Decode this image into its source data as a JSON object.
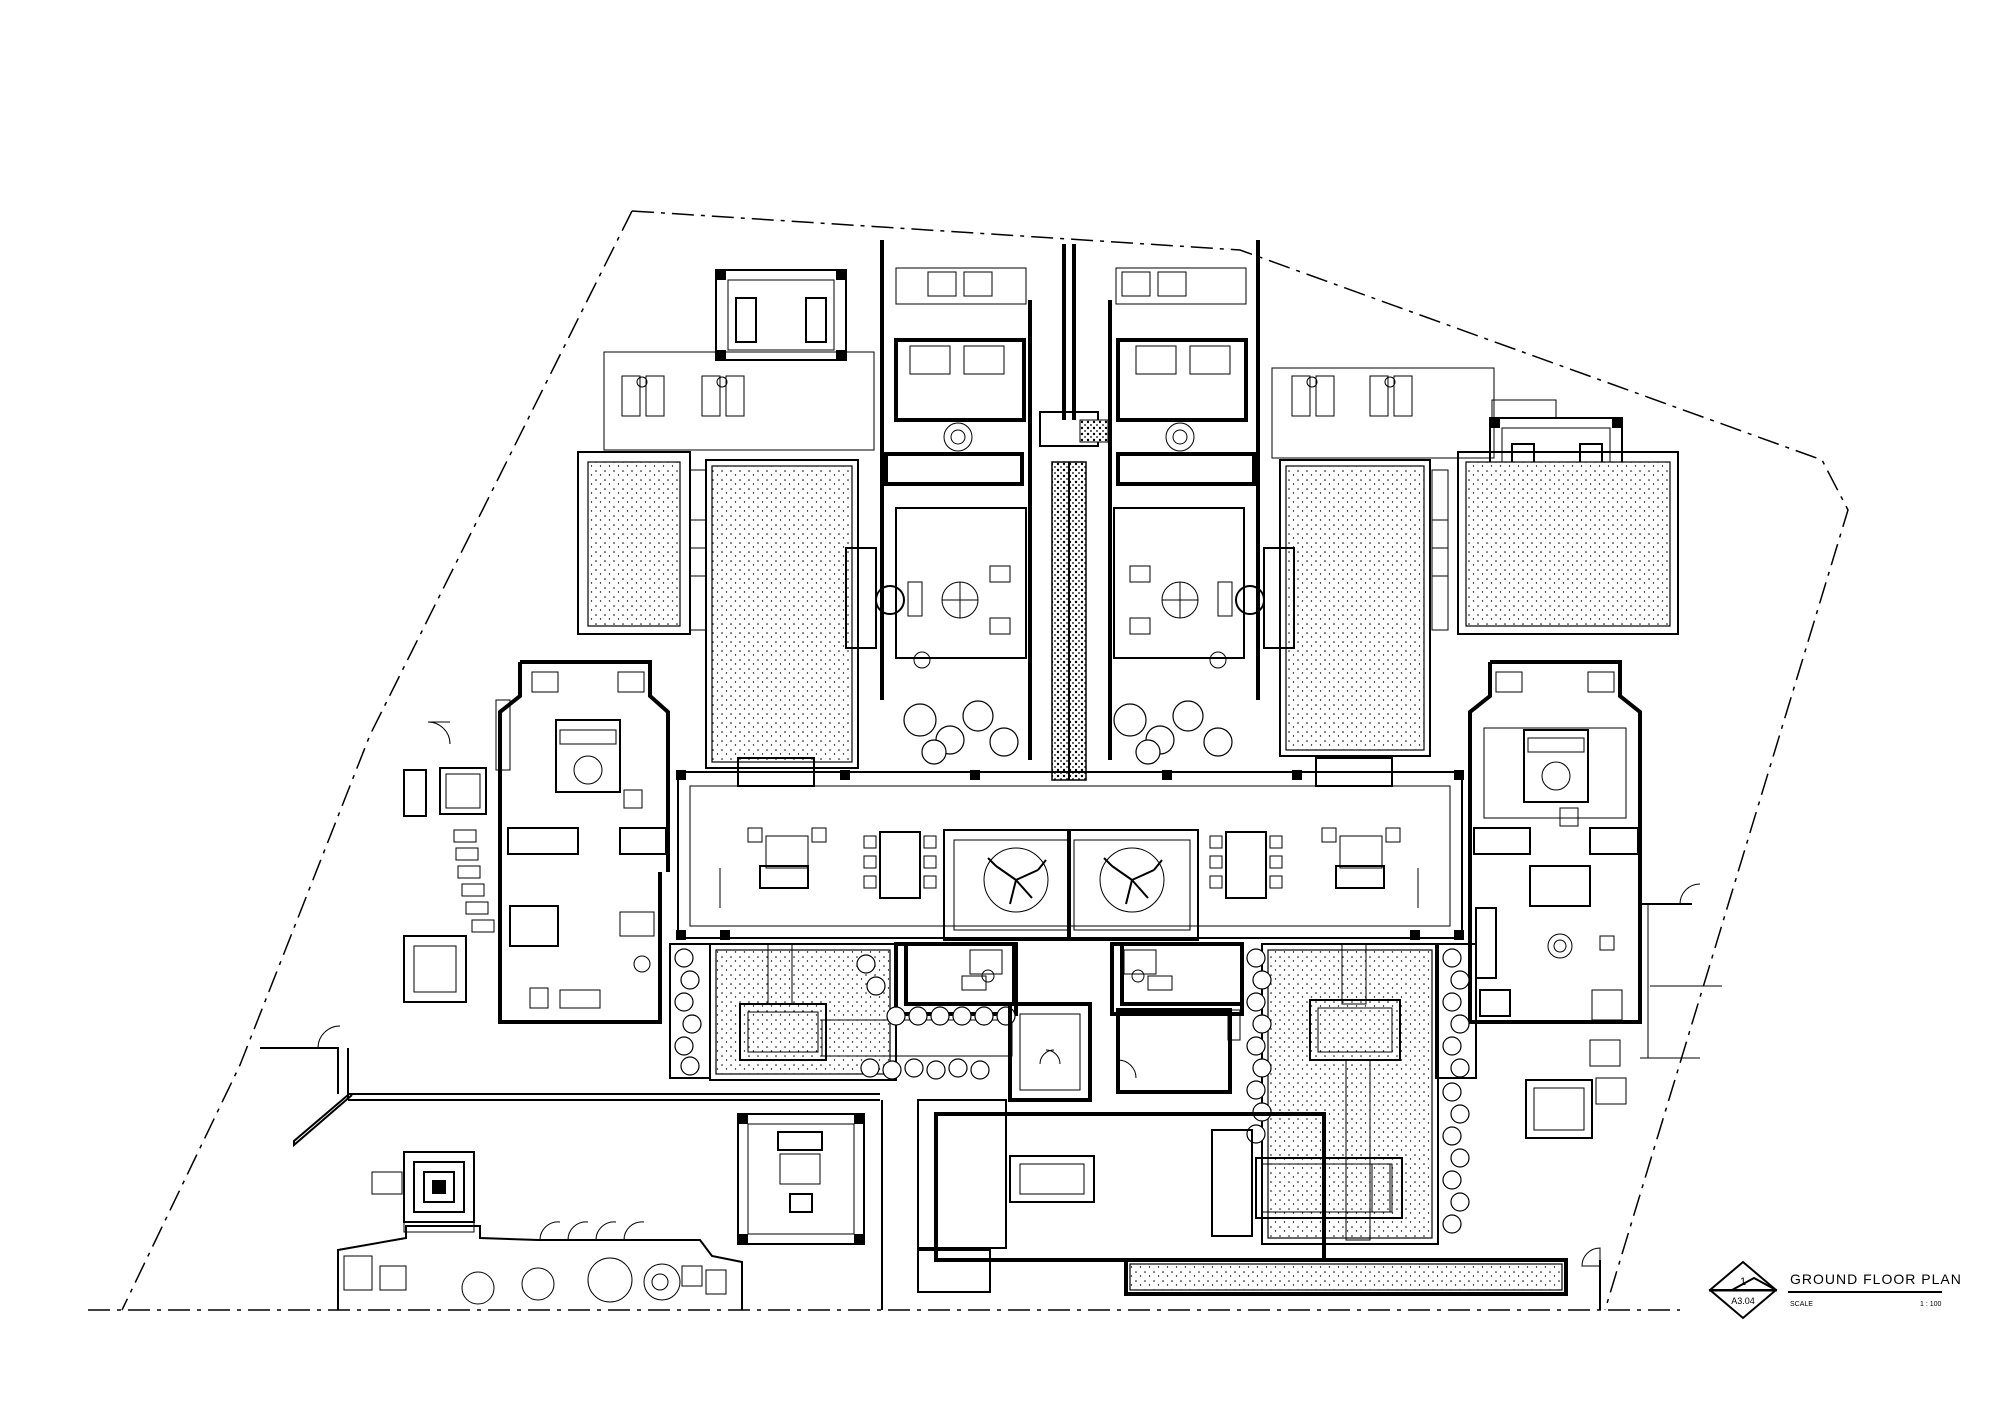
{
  "title_block": {
    "number": "1",
    "sheet_ref": "A3.04",
    "title": "GROUND FLOOR PLAN",
    "scale_label": "SCALE",
    "scale_value": "1 : 100"
  }
}
